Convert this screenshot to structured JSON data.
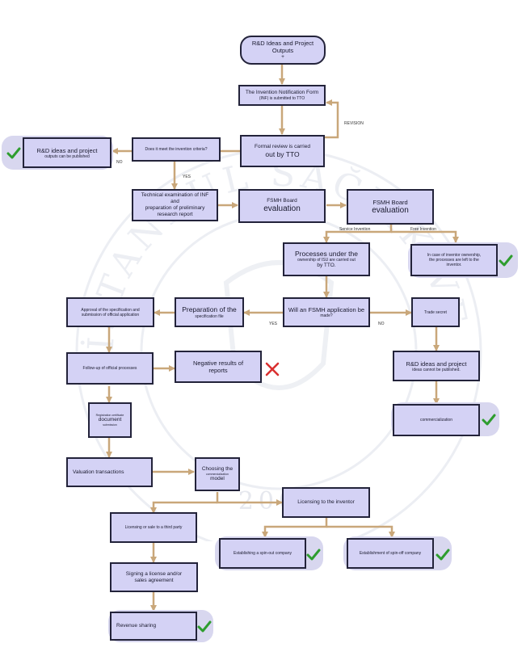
{
  "nodes": {
    "start": [
      "R&D Ideas and Project Outputs",
      "+"
    ],
    "inf": [
      "The Invention Notification Form",
      "(INF) is submitted to TTO"
    ],
    "formal": [
      "Formal review is carried",
      "out by TTO"
    ],
    "criteria": [
      "Does it meet the invention criteria?"
    ],
    "published": [
      "R&D ideas and project",
      "outputs can be published"
    ],
    "technical": [
      "Technical examination of INF and",
      "preparation of preliminary",
      "research report"
    ],
    "board1": [
      "FSMH Board",
      "evaluation"
    ],
    "board2": [
      "FSMH Board",
      "evaluation"
    ],
    "processes": [
      "Processes under the",
      "ownership of ISU are carried out",
      "by TTO."
    ],
    "inventor_ownership": [
      "In case of inventor ownership,",
      "the processes are left to the",
      "inventor."
    ],
    "will_apply": [
      "Will an FSMH application be",
      "made?"
    ],
    "spec_prep": [
      "Preparation of the",
      "specification file"
    ],
    "approval": [
      "Approval of the specification and",
      "submission of official application"
    ],
    "trade_secret": [
      "Trade secret"
    ],
    "follow_up": [
      "Follow-up of official processes"
    ],
    "negative": [
      "Negative results of",
      "reports"
    ],
    "cannot_publish": [
      "R&D ideas and project",
      "ideas cannot be published."
    ],
    "reg_doc": [
      "Registration certificate",
      "document",
      "submission"
    ],
    "commercialization": [
      "commercialization"
    ],
    "valuation": [
      "Valuation transactions"
    ],
    "choosing": [
      "Choosing the",
      "commercialization",
      "model"
    ],
    "licensing_inventor": [
      "Licensing to the inventor"
    ],
    "licensing_third": [
      "Licensing or sale to a third party"
    ],
    "spinout": [
      "Establishing a spin-out company"
    ],
    "spinoff": [
      "Establishment of spin-off company"
    ],
    "signing": [
      "Signing a license and/or",
      "sales agreement"
    ],
    "revenue": [
      "Revenue sharing"
    ]
  },
  "edge_labels": {
    "revision": "REVISION",
    "no_criteria": "NO",
    "yes_criteria": "YES",
    "service_invention": "Service Invention",
    "free_invention": "Free Invention",
    "yes_apply": "YES",
    "no_apply": "NO"
  },
  "watermark": {
    "arc_text": "İSTANBUL SAĞLIK VE TEKNOLOJİ ÜNİVERSİTESİ",
    "year": "2008"
  },
  "icons": {
    "success": "green-check-icon",
    "failure": "red-x-icon"
  },
  "colors": {
    "box_fill": "#d4d2f5",
    "box_border": "#23233a",
    "arrow": "#c9a77a",
    "check": "#2e9d2e",
    "cross": "#d93030",
    "pill": "#d8d7ef"
  }
}
